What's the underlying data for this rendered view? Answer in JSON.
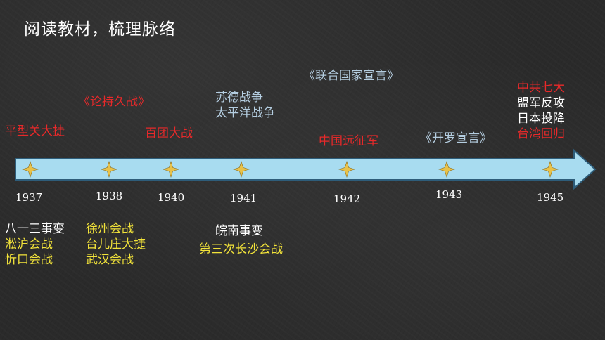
{
  "title": "阅读教材，梳理脉络",
  "colors": {
    "background": "#2a2a2a",
    "arrow_fill": "#a8dcf0",
    "arrow_stroke": "#2e5d7a",
    "star": "#e8c24a",
    "red": "#e8292a",
    "yellow": "#f2e33a",
    "white": "#ffffff",
    "lightblue": "#b4cde0"
  },
  "years": [
    "1937",
    "1938",
    "1940",
    "1941",
    "1942",
    "1943",
    "1945"
  ],
  "above": {
    "1937": [
      "平型关大捷"
    ],
    "1938": [
      "《论持久战》"
    ],
    "1940": [
      "百团大战"
    ],
    "1941": [
      "苏德战争",
      "太平洋战争"
    ],
    "1942_top": [
      "《联合国家宣言》"
    ],
    "1942": [
      "中国远征军"
    ],
    "1943": [
      "《开罗宣言》"
    ],
    "1945": [
      "中共七大",
      "盟军反攻",
      "日本投降",
      "台湾回归"
    ]
  },
  "below": {
    "1937": [
      "八一三事变",
      "淞沪会战",
      "忻口会战"
    ],
    "1938": [
      "徐州会战",
      "台儿庄大捷",
      "武汉会战"
    ],
    "1941": [
      "皖南事变",
      "第三次长沙会战"
    ]
  }
}
